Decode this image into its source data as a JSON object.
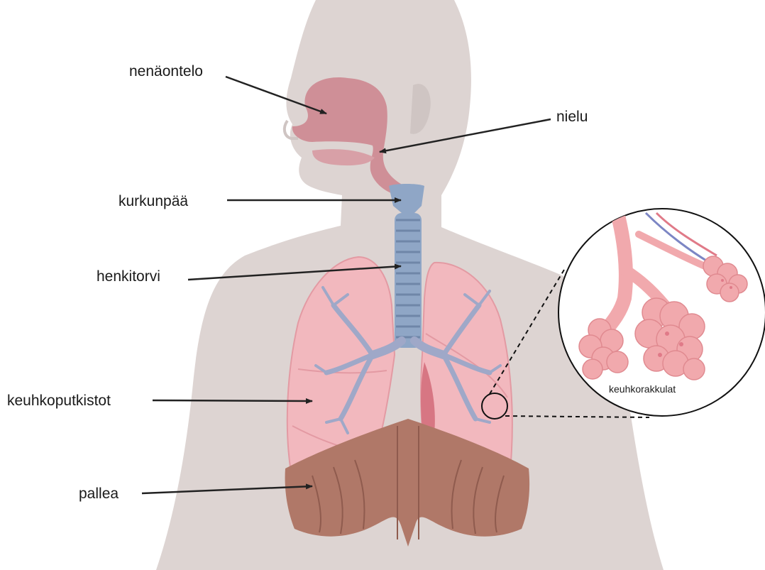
{
  "labels": {
    "nasal_cavity": "nenäontelo",
    "pharynx": "nielu",
    "larynx": "kurkunpää",
    "trachea": "henkitorvi",
    "bronchial_tree": "keuhkoputkistot",
    "diaphragm": "pallea",
    "alveoli": "keuhkorakkulat"
  },
  "colors": {
    "body": "#ddd4d2",
    "body_shadow": "#cfc5c3",
    "airway": "#cf8f97",
    "trachea": "#8fa6c6",
    "lung": "#f2b8be",
    "lung_edge": "#e39aa3",
    "bronchi": "#9fa8c8",
    "diaphragm": "#b07868",
    "alveoli": "#f1a9ad",
    "arrow": "#222222"
  }
}
